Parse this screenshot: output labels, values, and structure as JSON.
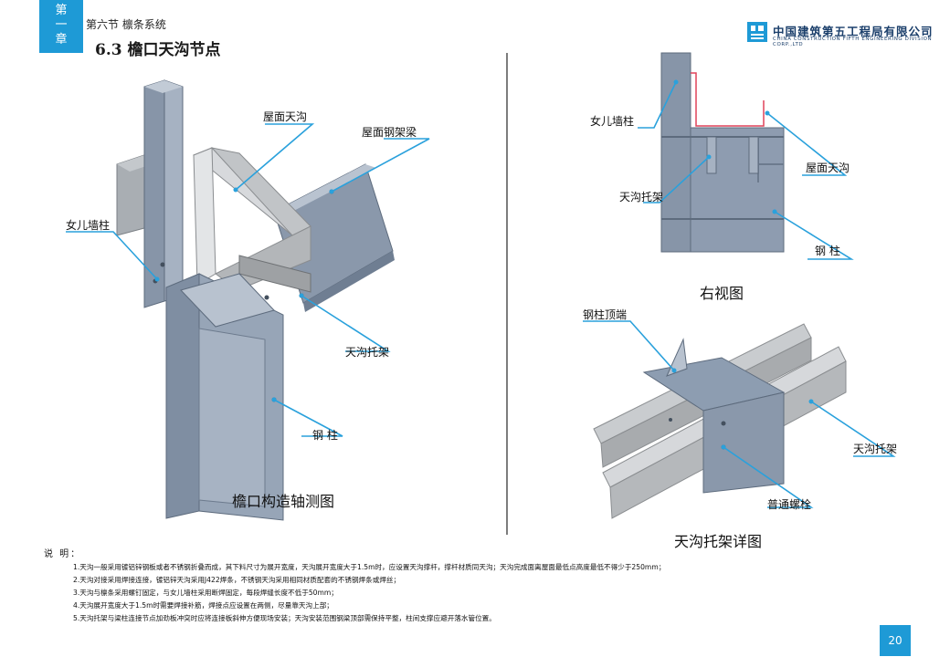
{
  "header": {
    "chapter_chars": [
      "第",
      "一",
      "章"
    ],
    "section_label": "第六节 檩条系统",
    "page_title": "6.3 檐口天沟节点",
    "company_cn": "中国建筑第五工程局有限公司",
    "company_en": "CHINA CONSTRUCTION FIFTH ENGINEERING DIVISION CORP.,LTD",
    "accent_color": "#1e9ad6"
  },
  "figures": {
    "axonometric": {
      "caption": "檐口构造轴测图",
      "labels": {
        "gutter": "屋面天沟",
        "beam": "屋面钢架梁",
        "parapet": "女儿墙柱",
        "bracket": "天沟托架",
        "column": "钢 柱"
      }
    },
    "right_view": {
      "caption": "右视图",
      "labels": {
        "parapet": "女儿墙柱",
        "gutter": "屋面天沟",
        "bracket": "天沟托架",
        "column": "钢 柱"
      }
    },
    "bracket_detail": {
      "caption": "天沟托架详图",
      "labels": {
        "column_top": "钢柱顶端",
        "bracket": "天沟托架",
        "bolt": "普通螺栓"
      }
    }
  },
  "notes": {
    "title": "说 明：",
    "items": [
      "1.天沟一般采用镀铝锌钢板或者不锈钢折叠而成，其下料尺寸为展开宽度，天沟展开宽度大于1.5m时，应设置天沟撑杆，撑杆材质同天沟；天沟完成面离屋面最低点高度最低不得少于250mm；",
      "2.天沟对接采用焊接连接，镀铝锌天沟采用J422焊条，不锈钢天沟采用相同材质配套的不锈钢焊条或焊丝；",
      "3.天沟与檩条采用螺钉固定，与女儿墙柱采用断焊固定，每段焊缝长度不低于50mm；",
      "4.天沟展开宽度大于1.5m时需要焊接补筋，焊接点应设置在两侧，尽量靠天沟上部；",
      "5.天沟托架与梁柱连接节点加劲板冲突时应将连接板斜伸方便现场安装；天沟安装范围钢梁顶部需保持平整，柱间支撑应避开落水管位置。"
    ]
  },
  "page_number": "20"
}
